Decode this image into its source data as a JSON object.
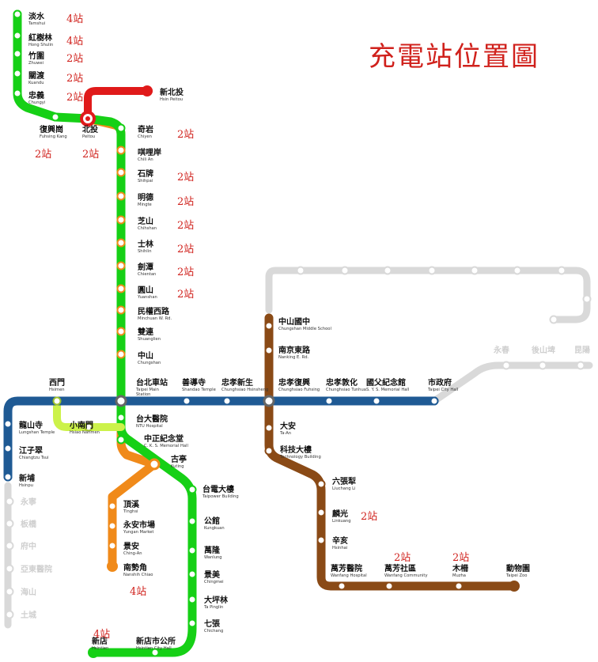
{
  "title": "充電站位置圖",
  "colors": {
    "green": "#16d016",
    "red": "#e01a1a",
    "orange": "#f08a1a",
    "blue": "#1f5a94",
    "brown": "#8a4a16",
    "lime": "#ccf24a",
    "gray": "#d9d9d9",
    "count": "#d0211c"
  },
  "stations": [
    {
      "zh": "淡水",
      "en": "Tamshui",
      "count": "4站"
    },
    {
      "zh": "紅樹林",
      "en": "Hong Shulin",
      "count": "4站"
    },
    {
      "zh": "竹圍",
      "en": "Zhuwei",
      "count": "2站"
    },
    {
      "zh": "關渡",
      "en": "Kuandu",
      "count": "2站"
    },
    {
      "zh": "忠義",
      "en": "Chungyi",
      "count": "2站"
    },
    {
      "zh": "新北投",
      "en": "Hsin Peitou",
      "count": ""
    },
    {
      "zh": "復興崗",
      "en": "Fuhsing Kang",
      "count": "2站"
    },
    {
      "zh": "北投",
      "en": "Peitou",
      "count": "2站"
    },
    {
      "zh": "奇岩",
      "en": "Chiyen",
      "count": "2站"
    },
    {
      "zh": "唭哩岸",
      "en": "Chili An",
      "count": ""
    },
    {
      "zh": "石牌",
      "en": "Shihpai",
      "count": "2站"
    },
    {
      "zh": "明德",
      "en": "Mingte",
      "count": "2站"
    },
    {
      "zh": "芝山",
      "en": "Chihshan",
      "count": "2站"
    },
    {
      "zh": "士林",
      "en": "Shihlin",
      "count": "2站"
    },
    {
      "zh": "劍潭",
      "en": "Chientan",
      "count": "2站"
    },
    {
      "zh": "圓山",
      "en": "Yuanshan",
      "count": "2站"
    },
    {
      "zh": "民權西路",
      "en": "Minchuan W. Rd.",
      "count": ""
    },
    {
      "zh": "雙連",
      "en": "Shuanglien",
      "count": ""
    },
    {
      "zh": "中山",
      "en": "Chungshan",
      "count": ""
    },
    {
      "zh": "西門",
      "en": "Hsimen",
      "count": ""
    },
    {
      "zh": "台北車站",
      "en": "Taipei Main Station",
      "count": ""
    },
    {
      "zh": "善導寺",
      "en": "Shandao Temple",
      "count": ""
    },
    {
      "zh": "忠孝新生",
      "en": "Chunghsiao Hsinsheng",
      "count": ""
    },
    {
      "zh": "忠孝復興",
      "en": "Chunghsiao Fuhsing",
      "count": ""
    },
    {
      "zh": "忠孝敦化",
      "en": "Chunghsiao Tunhua",
      "count": ""
    },
    {
      "zh": "國父紀念館",
      "en": "S. Y. S. Memorial Hall",
      "count": ""
    },
    {
      "zh": "市政府",
      "en": "Taipei City Hall",
      "count": ""
    },
    {
      "zh": "龍山寺",
      "en": "Lungshan Temple",
      "count": ""
    },
    {
      "zh": "江子翠",
      "en": "Chiangtzu Tsui",
      "count": ""
    },
    {
      "zh": "新埔",
      "en": "Hsinpu",
      "count": ""
    },
    {
      "zh": "小南門",
      "en": "Hsiao Nanmen",
      "count": ""
    },
    {
      "zh": "台大醫院",
      "en": "NTU Hospital",
      "count": ""
    },
    {
      "zh": "中正紀念堂",
      "en": "C. K. S. Memorial Hall",
      "count": ""
    },
    {
      "zh": "古亭",
      "en": "Kuting",
      "count": ""
    },
    {
      "zh": "台電大樓",
      "en": "Taipower Building",
      "count": ""
    },
    {
      "zh": "公館",
      "en": "Kungkuan",
      "count": ""
    },
    {
      "zh": "萬隆",
      "en": "Wanlung",
      "count": ""
    },
    {
      "zh": "景美",
      "en": "Chingmei",
      "count": ""
    },
    {
      "zh": "大坪林",
      "en": "Ta Pinglin",
      "count": ""
    },
    {
      "zh": "七張",
      "en": "Chichang",
      "count": ""
    },
    {
      "zh": "新店",
      "en": "Hsintien",
      "count": "4站"
    },
    {
      "zh": "新店市公所",
      "en": "Hsintien City Hall",
      "count": ""
    },
    {
      "zh": "頂溪",
      "en": "Tinghsi",
      "count": ""
    },
    {
      "zh": "永安市場",
      "en": "Yungan Market",
      "count": ""
    },
    {
      "zh": "景安",
      "en": "Ching-An",
      "count": ""
    },
    {
      "zh": "南勢角",
      "en": "Nanshih Chiao",
      "count": "4站"
    },
    {
      "zh": "中山國中",
      "en": "Chungshan Middle School",
      "count": ""
    },
    {
      "zh": "南京東路",
      "en": "Nanking E. Rd.",
      "count": ""
    },
    {
      "zh": "大安",
      "en": "Ta-An",
      "count": ""
    },
    {
      "zh": "科技大樓",
      "en": "Technology Building",
      "count": ""
    },
    {
      "zh": "六張犁",
      "en": "Liuchang Li",
      "count": ""
    },
    {
      "zh": "麟光",
      "en": "Linkuang",
      "count": "2站"
    },
    {
      "zh": "辛亥",
      "en": "Hsinhai",
      "count": ""
    },
    {
      "zh": "萬芳醫院",
      "en": "Wanfang Hospital",
      "count": ""
    },
    {
      "zh": "萬芳社區",
      "en": "Wanfang Community",
      "count": "2站"
    },
    {
      "zh": "木柵",
      "en": "Muzha",
      "count": "2站"
    },
    {
      "zh": "動物園",
      "en": "Taipei Zoo",
      "count": ""
    },
    {
      "zh": "永寧",
      "en": "",
      "count": ""
    },
    {
      "zh": "板橋",
      "en": "",
      "count": ""
    },
    {
      "zh": "府中",
      "en": "",
      "count": ""
    },
    {
      "zh": "亞東醫院",
      "en": "",
      "count": ""
    },
    {
      "zh": "海山",
      "en": "",
      "count": ""
    },
    {
      "zh": "土城",
      "en": "",
      "count": ""
    },
    {
      "zh": "永春",
      "en": "",
      "count": ""
    },
    {
      "zh": "後山埤",
      "en": "",
      "count": ""
    },
    {
      "zh": "昆陽",
      "en": "",
      "count": ""
    }
  ]
}
